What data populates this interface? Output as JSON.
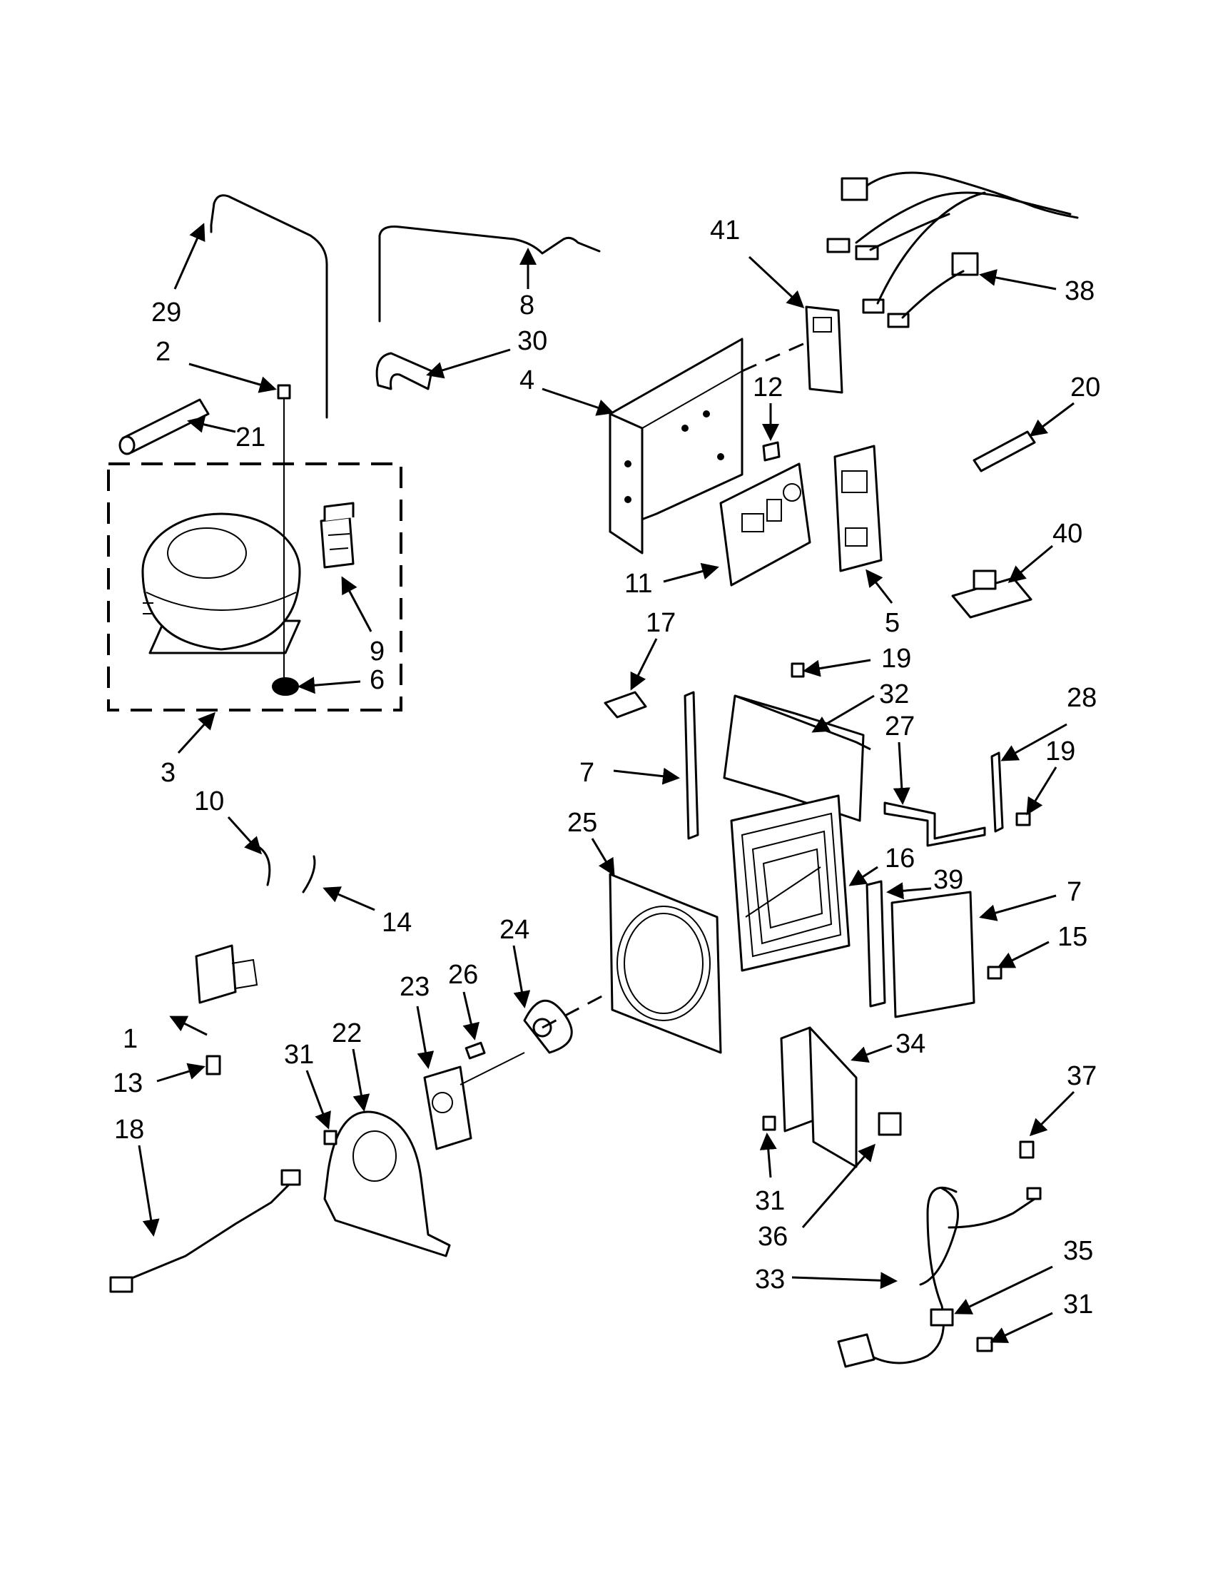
{
  "callouts": {
    "c1": "1",
    "c2": "2",
    "c3": "3",
    "c4": "4",
    "c5": "5",
    "c6": "6",
    "c7": "7",
    "c8": "8",
    "c9": "9",
    "c10": "10",
    "c11": "11",
    "c12": "12",
    "c13": "13",
    "c14": "14",
    "c15": "15",
    "c16": "16",
    "c17": "17",
    "c18": "18",
    "c19": "19",
    "c20": "20",
    "c21": "21",
    "c22": "22",
    "c23": "23",
    "c24": "24",
    "c25": "25",
    "c26": "26",
    "c27": "27",
    "c28": "28",
    "c29": "29",
    "c30": "30",
    "c31": "31",
    "c32": "32",
    "c33": "33",
    "c34": "34",
    "c35": "35",
    "c36": "36",
    "c37": "37",
    "c38": "38",
    "c39": "39",
    "c40": "40",
    "c41": "41"
  },
  "colors": {
    "ink": "#000000",
    "paper": "#ffffff"
  }
}
